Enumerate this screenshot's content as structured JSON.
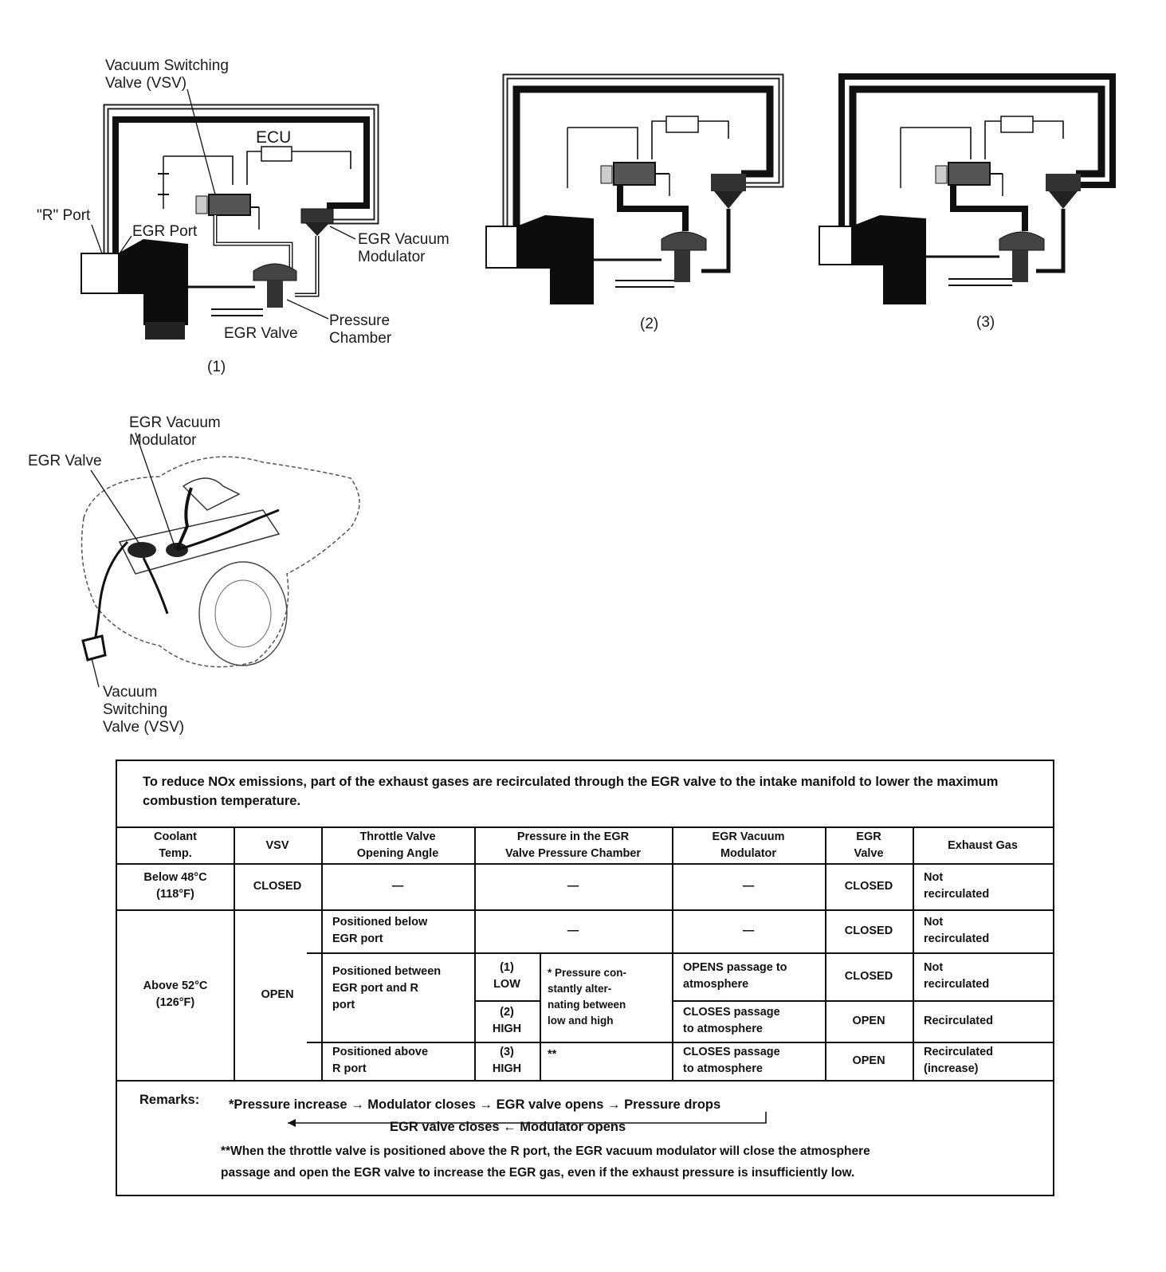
{
  "figure1": {
    "labels": {
      "vsv": "Vacuum Switching\nValve (VSV)",
      "ecu": "ECU",
      "r_port": "\"R\" Port",
      "egr_port": "EGR Port",
      "egr_vacuum_modulator": "EGR Vacuum\nModulator",
      "egr_valve": "EGR Valve",
      "pressure_chamber": "Pressure\nChamber"
    },
    "caption": "(1)"
  },
  "figure2": {
    "caption": "(2)"
  },
  "figure3": {
    "caption": "(3)"
  },
  "engine_figure": {
    "labels": {
      "egr_vacuum_modulator": "EGR Vacuum\nModulator",
      "egr_valve": "EGR Valve",
      "vsv": "Vacuum\nSwitching\nValve (VSV)"
    }
  },
  "table": {
    "intro": "To reduce NOx emissions, part of the exhaust gases are recirculated through the EGR valve to the intake manifold to lower the maximum combustion temperature.",
    "headers": {
      "coolant": "Coolant\nTemp.",
      "vsv": "VSV",
      "throttle": "Throttle Valve\nOpening Angle",
      "pressure": "Pressure in the EGR\nValve Pressure Chamber",
      "modulator": "EGR Vacuum\nModulator",
      "egr_valve": "EGR\nValve",
      "exhaust": "Exhaust Gas"
    },
    "row1": {
      "coolant": "Below 48°C\n(118°F)",
      "vsv": "CLOSED",
      "throttle": "—",
      "pressure": "—",
      "modulator": "—",
      "egr_valve": "CLOSED",
      "exhaust": "Not\nrecirculated"
    },
    "row2": {
      "coolant": "Above 52°C\n(126°F)",
      "vsv": "OPEN",
      "a_throttle": "Positioned below\nEGR port",
      "a_pressure": "—",
      "a_modulator": "—",
      "a_egr_valve": "CLOSED",
      "a_exhaust": "Not\nrecirculated",
      "b_throttle": "Positioned between\nEGR port and R\nport",
      "b1_level": "(1)\nLOW",
      "b_note": "* Pressure con-\nstantly alter-\nnating between\nlow and high",
      "b1_modulator": "OPENS passage to\natmosphere",
      "b1_egr_valve": "CLOSED",
      "b1_exhaust": "Not\nrecirculated",
      "b2_level": "(2)\nHIGH",
      "b2_modulator": "CLOSES passage\nto atmosphere",
      "b2_egr_valve": "OPEN",
      "b2_exhaust": "Recirculated",
      "c_throttle": "Positioned above\nR port",
      "c_level": "(3)\nHIGH",
      "c_note": "**",
      "c_modulator": "CLOSES passage\nto atmosphere",
      "c_egr_valve": "OPEN",
      "c_exhaust": "Recirculated\n(increase)"
    },
    "remarks": {
      "label": "Remarks:",
      "line1": "*Pressure increase → Modulator closes → EGR valve opens → Pressure drops",
      "line2": "EGR valve closes ← Modulator opens",
      "note": "**When the throttle valve is positioned above the R port, the EGR vacuum modulator will close the atmosphere\npassage and open the EGR valve to increase the EGR gas, even if the exhaust pressure is insufficiently low."
    }
  }
}
